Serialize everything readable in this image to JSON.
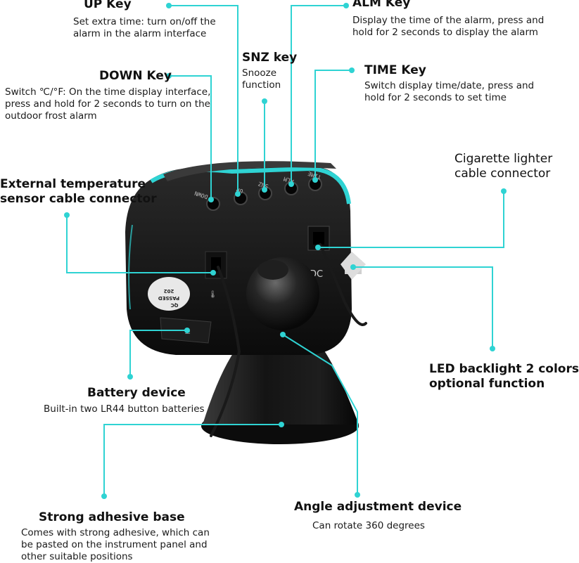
{
  "accent_color": "#2fd3d3",
  "callouts": {
    "up_key": {
      "title": "UP Key",
      "desc": [
        "Set extra time: turn on/off the",
        "alarm in the alarm interface"
      ]
    },
    "alm_key": {
      "title": "ALM Key",
      "desc": [
        "Display the time of the alarm, press and",
        "hold for 2 seconds to display the alarm"
      ]
    },
    "snz_key": {
      "title": "SNZ key",
      "desc": [
        "Snooze",
        "function"
      ]
    },
    "time_key": {
      "title": "TIME Key",
      "desc": [
        "Switch display time/date, press and",
        "hold for 2 seconds to set time"
      ]
    },
    "down_key": {
      "title": "DOWN Key",
      "desc": [
        "Switch ℃/°F: On the time display interface,",
        "press and hold for 2 seconds to turn on the",
        "outdoor frost alarm"
      ]
    },
    "cigarette": {
      "title": [
        "Cigarette lighter",
        "cable connector"
      ]
    },
    "ext_temp": {
      "title": [
        "External temperature",
        "sensor cable connector"
      ]
    },
    "led": {
      "title": [
        "LED backlight 2 colors",
        "optional function"
      ]
    },
    "battery": {
      "title": "Battery device",
      "desc": [
        "Built-in two LR44 button batteries"
      ]
    },
    "adhesive": {
      "title": "Strong adhesive base",
      "desc": [
        "Comes with strong adhesive, which can",
        "be pasted on the instrument panel and",
        "other suitable positions"
      ]
    },
    "angle": {
      "title": "Angle adjustment device",
      "desc": [
        "Can rotate 360 degrees"
      ]
    }
  },
  "device": {
    "button_labels": [
      "DOWN",
      "UP",
      "SNZ",
      "ALM",
      "TIME"
    ],
    "dc_label": "DC",
    "sticker_lines": [
      "QC",
      "PASSED",
      "202"
    ]
  }
}
